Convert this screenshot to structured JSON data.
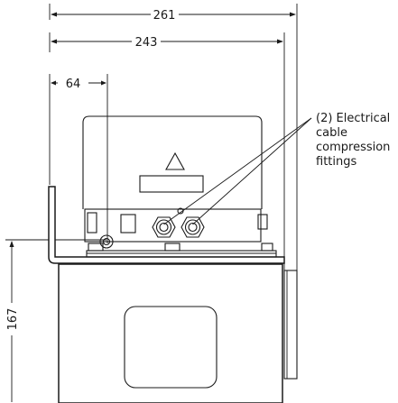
{
  "dimensions": {
    "overall_width": "261",
    "inner_width": "243",
    "offset": "64",
    "height": "167"
  },
  "callout": {
    "lines": [
      "(2) Electrical",
      "cable",
      "compression",
      "fittings"
    ]
  },
  "symbols": {
    "warning": "triangle-warning-icon"
  }
}
